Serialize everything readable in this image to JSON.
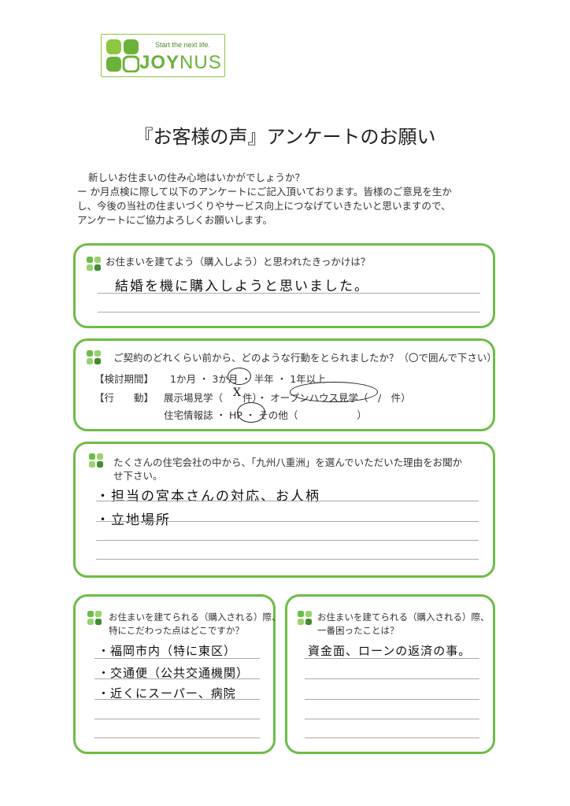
{
  "logo": {
    "tagline": "Start the next life.",
    "brand_a": "JOY",
    "brand_b": "NUS",
    "color": "#6ab23a"
  },
  "title": "『お客様の声』アンケートのお願い",
  "intro": [
    "新しいお住まいの住み心地はいかがでしょうか？",
    "ー か月点検に際して以下のアンケートにご記入頂いております。皆様のご意見を生か",
    "し、今後の当社の住まいづくりやサービス向上につなげていきたいと思いますので、",
    "アンケートにご協力よろしくお願いします。"
  ],
  "accent_color": "#6cbd45",
  "q1": {
    "question": "お住まいを建てよう（購入しよう）と思われたきっかけは？",
    "answer": "結婚を機に購入しようと思いました。"
  },
  "q2": {
    "question": "ご契約のどれくらい前から、どのような行動をとられましたか？（〇で囲んで下さい）",
    "period_label": "【検討期間】",
    "period_options": "1か月 ・ 3か月 ・ 半年 ・ 1年以上",
    "action_label": "【行　　動】",
    "action_line1": "展示場見学（　　件）・ オープンハウス見学（　/　件）",
    "action_mark1": "X",
    "action_line2": "住宅情報誌 ・ HP ・ その他（　　　　　　）"
  },
  "q3": {
    "question_l1": "たくさんの住宅会社の中から、「九州八重洲」を選んでいただいた理由をお聞か",
    "question_l2": "せ下さい。",
    "answers": [
      "・担当の宮本さんの対応、お人柄",
      "・立地場所"
    ]
  },
  "q4": {
    "question_l1": "お住まいを建てられる（購入される）際、",
    "question_l2": "特にこだわった点はどこですか？",
    "answers": [
      "・福岡市内（特に東区）",
      "・交通便（公共交通機関）",
      "・近くにスーパー、病院"
    ]
  },
  "q5": {
    "question_l1": "お住まいを建てられる（購入される）際、",
    "question_l2": "一番困ったことは？",
    "answer": "資金面、ローンの返済の事。"
  }
}
